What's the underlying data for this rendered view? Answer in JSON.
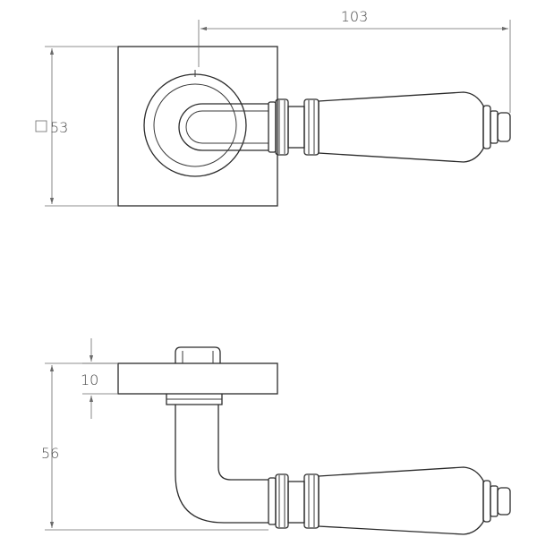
{
  "dimensions": {
    "overall_length": "103",
    "rose_square": "53",
    "rose_thickness": "10",
    "projection": "56"
  },
  "colors": {
    "outline": "#2b2b2b",
    "dimension": "#6a6a6a",
    "text": "#4a4a4a",
    "background": "#ffffff"
  }
}
